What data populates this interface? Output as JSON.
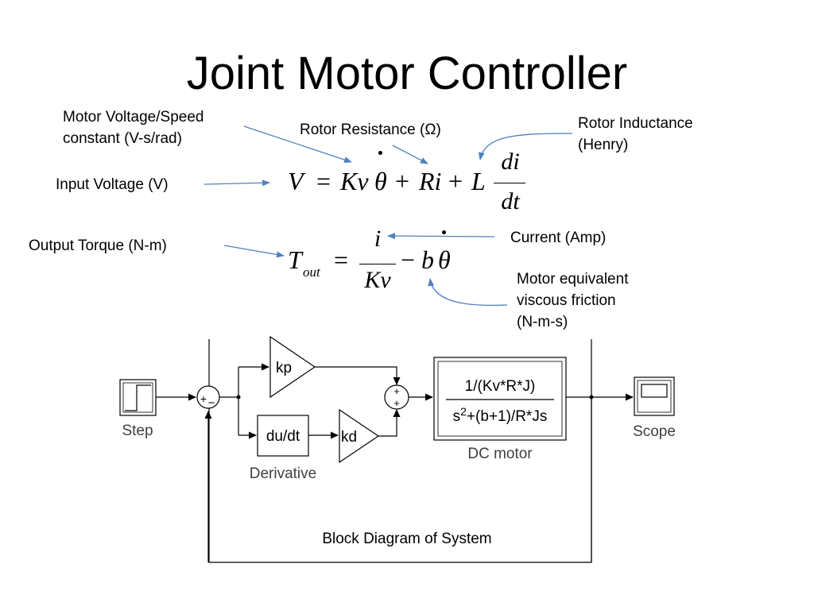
{
  "slide": {
    "title": "Joint Motor Controller"
  },
  "annotations": {
    "motor_voltage_speed": [
      "Motor Voltage/Speed",
      "constant (V-s/rad)"
    ],
    "rotor_resistance": "Rotor Resistance (Ω)",
    "rotor_inductance": [
      "Rotor Inductance",
      "(Henry)"
    ],
    "input_voltage": "Input Voltage (V)",
    "output_torque": "Output Torque (N-m)",
    "current": "Current (Amp)",
    "viscous_friction": [
      "Motor equivalent",
      "viscous friction",
      "(N-m-s)"
    ]
  },
  "equations": {
    "voltage": {
      "lhs": "V",
      "equals": "=",
      "term1": "Kv",
      "term1_var": "θ",
      "plus1": "+",
      "term2": "Ri",
      "plus2": "+",
      "term3": "L",
      "frac_num": "di",
      "frac_den": "dt"
    },
    "torque": {
      "lhs": "T",
      "lhs_sub": "out",
      "equals": "=",
      "frac_num": "i",
      "frac_den": "Kv",
      "minus": "−",
      "term": "b",
      "term_var": "θ"
    }
  },
  "block_diagram": {
    "caption": "Block Diagram of System",
    "blocks": {
      "step": "Step",
      "kp": "kp",
      "derivative_inner": "du/dt",
      "derivative_label": "Derivative",
      "kd": "kd",
      "dc_motor_num": "1/(Kv*R*J)",
      "dc_motor_den_s": "s",
      "dc_motor_den_exp": "2",
      "dc_motor_den_rest": "+(b+1)/R*Js",
      "dc_motor_label": "DC motor",
      "scope": "Scope"
    },
    "sum1_signs": [
      "+",
      "−"
    ],
    "sum2_signs": [
      "+",
      "+"
    ]
  },
  "colors": {
    "annotation_arrow": "#4f81bd",
    "diagram_line": "#000000",
    "block_label": "#404040"
  }
}
